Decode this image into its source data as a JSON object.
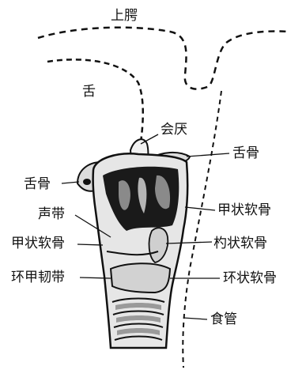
{
  "labels": {
    "upper_palate": "上腭",
    "tongue": "舌",
    "epiglottis": "会厌",
    "hyoid_right": "舌骨",
    "hyoid_left": "舌骨",
    "thyroid_right": "甲状软骨",
    "vocal_cord": "声带",
    "thyroid_left": "甲状软骨",
    "arytenoid": "杓状软骨",
    "cricothyroid_ligament": "环甲韧带",
    "cricoid": "环状软骨",
    "esophagus": "食管"
  }
}
